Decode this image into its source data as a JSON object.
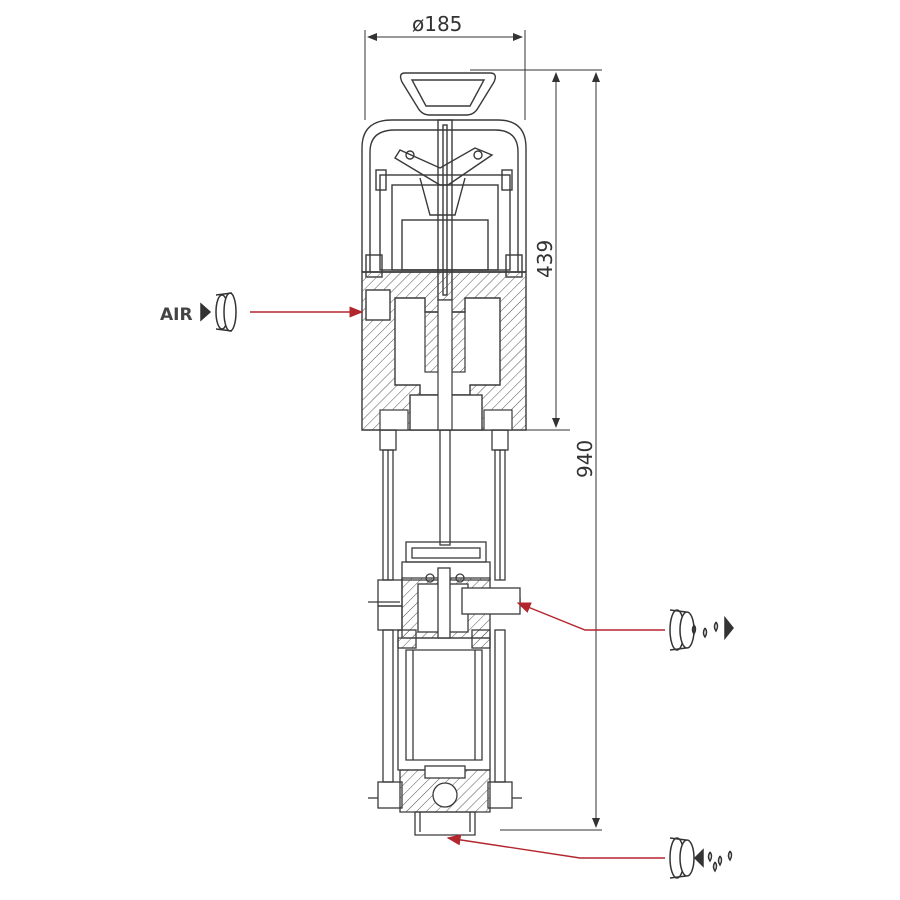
{
  "dimensions": {
    "diameter": "ø185",
    "motor_height": "439",
    "total_height": "940"
  },
  "ports": {
    "air_inlet_label": "AIR",
    "air_inlet_icon": "air-inlet-coupling-icon",
    "fluid_outlet_icon": "fluid-outlet-coupling-icon",
    "fluid_inlet_icon": "fluid-inlet-coupling-icon"
  },
  "colors": {
    "line": "#3a3a3a",
    "arrow": "#b3262e"
  }
}
